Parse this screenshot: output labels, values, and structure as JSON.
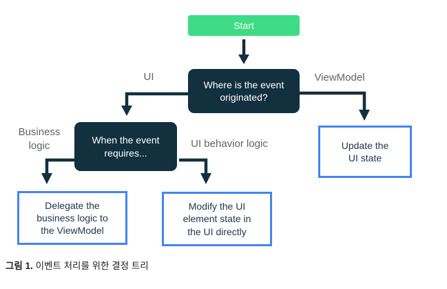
{
  "figure": {
    "caption_label": "그림 1.",
    "caption_text": " 이벤트 처리를 위한 결정 트리"
  },
  "colors": {
    "start_green": "#3DDC84",
    "decision_navy": "#13303F",
    "outcome_border_blue": "#4285F4",
    "edge_label_gray": "#5F6368",
    "outcome_text_navy": "#20374D",
    "caption_text_color": "#202124"
  },
  "nodes": {
    "start": {
      "label": "Start"
    },
    "origin_question": {
      "label": "Where is the event originated?"
    },
    "requires_question": {
      "label": "When the event requires..."
    },
    "delegate_outcome": {
      "label": "Delegate the business logic to the ViewModel"
    },
    "modify_outcome": {
      "label": "Modify the UI element state in the UI directly"
    },
    "update_outcome": {
      "label": "Update the UI state"
    }
  },
  "edge_labels": {
    "ui": "UI",
    "viewmodel": "ViewModel",
    "business_logic": "Business logic",
    "ui_behavior_logic": "UI behavior logic"
  }
}
